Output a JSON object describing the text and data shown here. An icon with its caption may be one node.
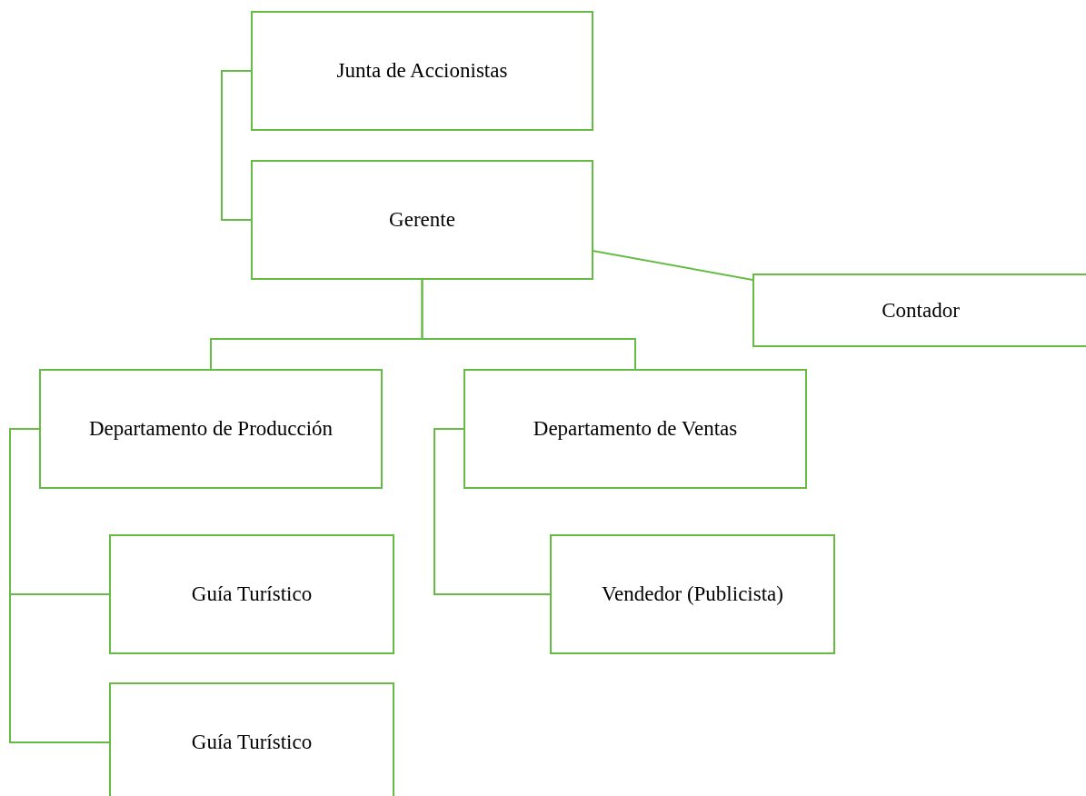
{
  "diagram": {
    "nodes": [
      {
        "text": [
          "Junta de Accionistas"
        ]
      },
      {
        "text": [
          "Gerente"
        ]
      },
      {
        "text": [
          "Contador"
        ]
      },
      {
        "text": [
          "Departamento de Producción"
        ]
      },
      {
        "text": [
          "Departamento de Ventas"
        ]
      },
      {
        "text": [
          "Guía Turístico"
        ]
      },
      {
        "text": [
          "Guía Turístico"
        ]
      },
      {
        "text": [
          "Vendedor (Publicista)"
        ]
      }
    ],
    "edges": [
      {
        "from": 0,
        "to": 1,
        "arrow": "none"
      },
      {
        "from": 1,
        "to": 2,
        "arrow": "none"
      },
      {
        "from": 1,
        "to": 3,
        "arrow": "none"
      },
      {
        "from": 1,
        "to": 4,
        "arrow": "none"
      },
      {
        "from": 3,
        "to": 5,
        "arrow": "none"
      },
      {
        "from": 3,
        "to": 6,
        "arrow": "none"
      },
      {
        "from": 4,
        "to": 7,
        "arrow": "none"
      }
    ]
  }
}
